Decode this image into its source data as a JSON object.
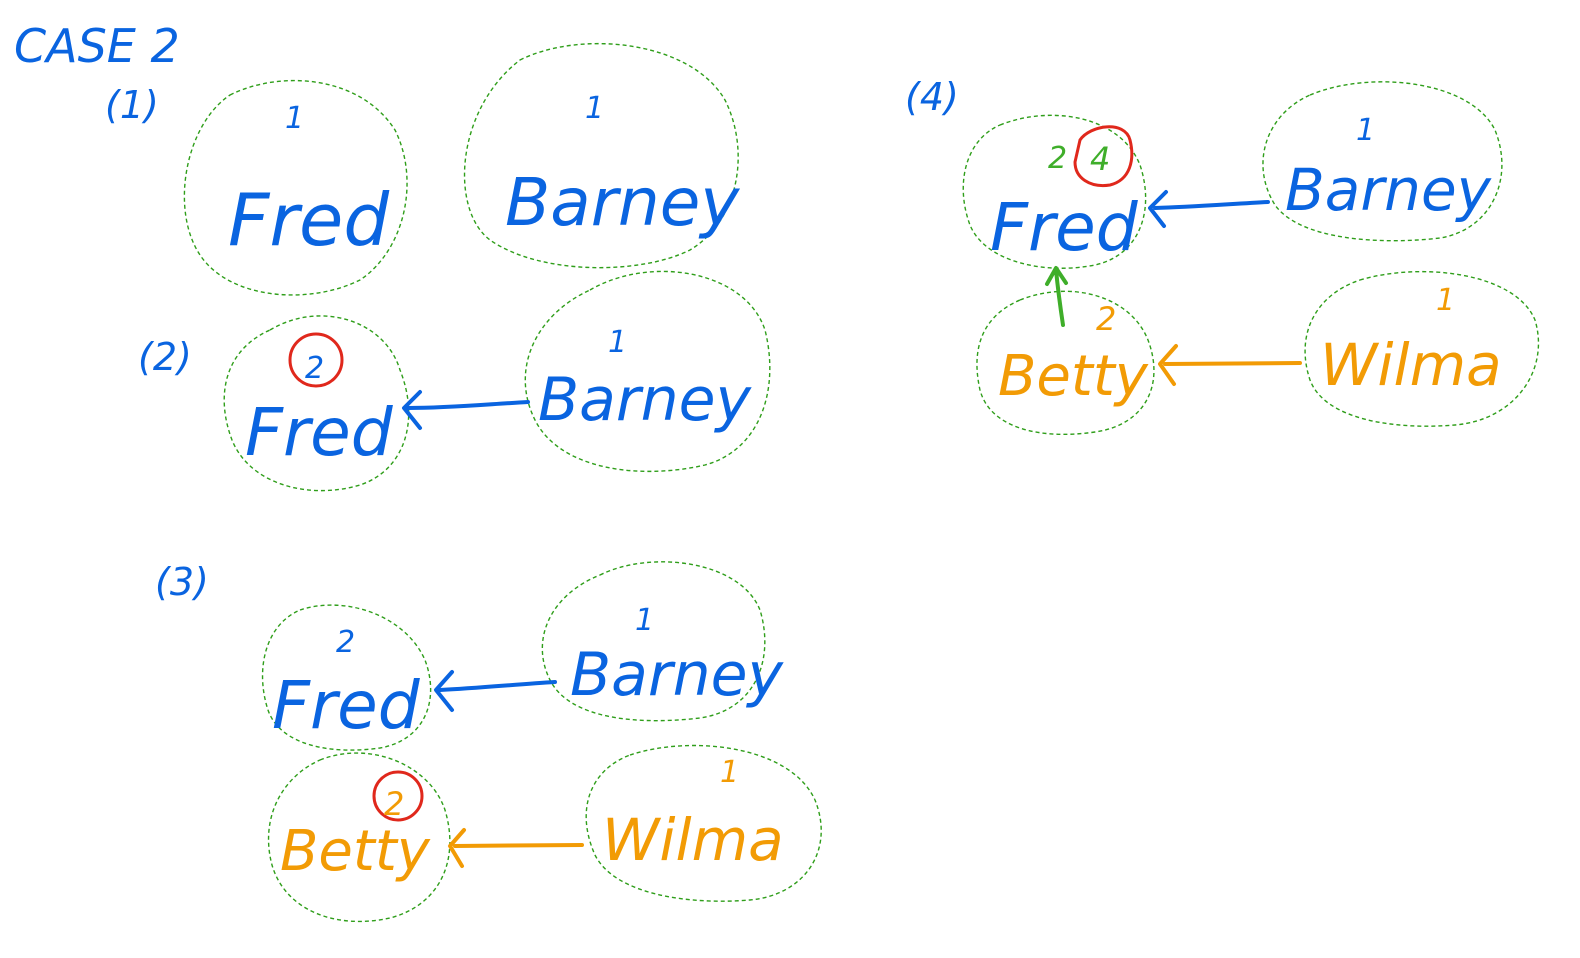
{
  "title": "CASE 2",
  "steps": [
    {
      "label": "(1)",
      "nodes": [
        {
          "name": "Fred",
          "count": "1"
        },
        {
          "name": "Barney",
          "count": "1"
        }
      ]
    },
    {
      "label": "(2)",
      "nodes": [
        {
          "name": "Fred",
          "count": "2"
        },
        {
          "name": "Barney",
          "count": "1"
        }
      ]
    },
    {
      "label": "(3)",
      "nodes": [
        {
          "name": "Fred",
          "count": "2"
        },
        {
          "name": "Barney",
          "count": "1"
        },
        {
          "name": "Betty",
          "count": "2"
        },
        {
          "name": "Wilma",
          "count": "1"
        }
      ]
    },
    {
      "label": "(4)",
      "nodes": [
        {
          "name": "Fred",
          "count_old": "2",
          "count": "4"
        },
        {
          "name": "Barney",
          "count": "1"
        },
        {
          "name": "Betty",
          "count": "2"
        },
        {
          "name": "Wilma",
          "count": "1"
        }
      ]
    }
  ],
  "colors": {
    "blue_ink": "#0a64e0",
    "orange_ink": "#f29b05",
    "green_ink": "#3fae2a",
    "red_ink": "#e0281c",
    "dashed_outline": "#2f9e1a"
  }
}
